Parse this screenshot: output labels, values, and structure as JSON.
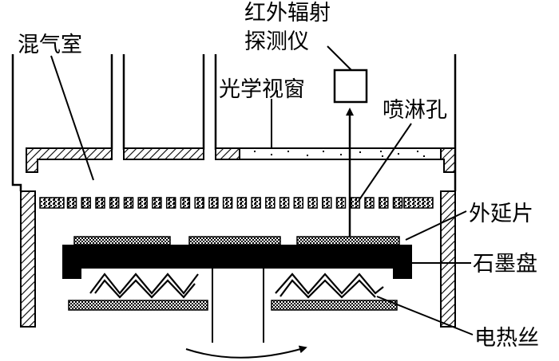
{
  "labels": {
    "mixing_chamber": "混气室",
    "ir_detector_line1": "红外辐射",
    "ir_detector_line2": "探测仪",
    "optical_window": "光学视窗",
    "shower_holes": "喷淋孔",
    "epitaxial_wafer": "外延片",
    "graphite_disk": "石墨盘",
    "heating_wire": "电热丝"
  },
  "colors": {
    "ink": "#000000",
    "background": "#ffffff"
  }
}
